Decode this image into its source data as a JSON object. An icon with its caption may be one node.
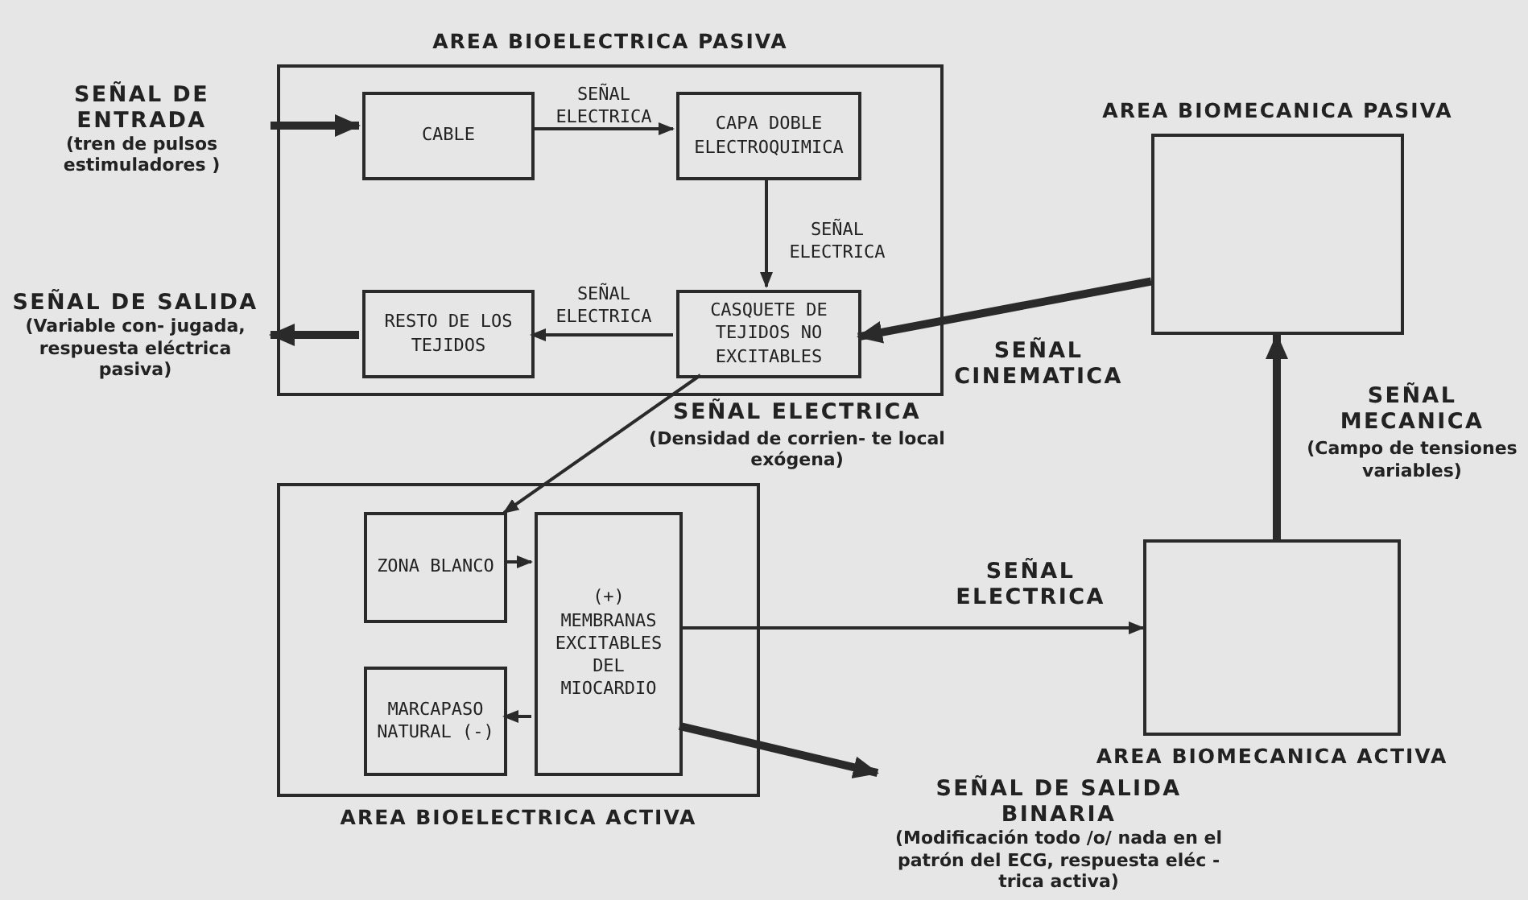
{
  "diagram": {
    "nodes": [
      {
        "text": [
          "AREA BIOELECTRICA PASIVA"
        ]
      },
      {
        "text": [
          "CABLE"
        ],
        "in": 0
      },
      {
        "text": [
          "CAPA DOBLE ELECTROQUIMICA"
        ],
        "in": 0
      },
      {
        "text": [
          "CASQUETE DE TEJIDOS NO EXCITABLES"
        ],
        "in": 0
      },
      {
        "text": [
          "RESTO DE LOS TEJIDOS"
        ],
        "in": 0
      },
      {
        "text": [
          "SEÑAL DE ENTRADA",
          "(tren de pulsos estimuladores )"
        ]
      },
      {
        "text": [
          "SEÑAL DE SALIDA",
          "(Variable con- jugada, respuesta eléctrica pasiva)"
        ]
      },
      {
        "text": [
          "AREA BIOMECANICA PASIVA"
        ]
      },
      {
        "text": [
          "AREA BIOELECTRICA ACTIVA"
        ]
      },
      {
        "text": [
          "ZONA BLANCO"
        ],
        "in": 8
      },
      {
        "text": [
          "(+) MEMBRANAS EXCITABLES DEL MIOCARDIO"
        ],
        "in": 8
      },
      {
        "text": [
          "MARCAPASO NATURAL (-)"
        ],
        "in": 8
      },
      {
        "text": [
          "AREA BIOMECANICA ACTIVA"
        ]
      },
      {
        "text": [
          "SEÑAL DE SALIDA BINARIA",
          "(Modificación todo /o/ nada en el patrón del ECG, respuesta eléc - trica activa)"
        ]
      }
    ],
    "edges": [
      {
        "from": 5,
        "to": 1,
        "arrow": "to",
        "style": "thick"
      },
      {
        "from": 1,
        "to": 2,
        "arrow": "to",
        "label": "SEÑAL ELECTRICA"
      },
      {
        "from": 2,
        "to": 3,
        "arrow": "to",
        "label": "SEÑAL ELECTRICA"
      },
      {
        "from": 3,
        "to": 4,
        "arrow": "to",
        "label": "SEÑAL ELECTRICA"
      },
      {
        "from": 4,
        "to": 6,
        "arrow": "to",
        "style": "thick"
      },
      {
        "from": 7,
        "to": 3,
        "arrow": "to",
        "style": "thick",
        "label": "SEÑAL CINEMATICA"
      },
      {
        "from": 3,
        "to": 9,
        "arrow": "to",
        "label": "SEÑAL ELECTRICA (Densidad de corrien- te local exógena)"
      },
      {
        "from": 9,
        "to": 10,
        "arrow": "to"
      },
      {
        "from": 10,
        "to": 11,
        "arrow": "to"
      },
      {
        "from": 10,
        "to": 12,
        "arrow": "to",
        "label": "SEÑAL ELECTRICA"
      },
      {
        "from": 10,
        "to": 13,
        "arrow": "to",
        "style": "thick"
      },
      {
        "from": 12,
        "to": 7,
        "arrow": "to",
        "style": "thick",
        "label": "SEÑAL MECANICA (Campo de tensiones variables)"
      }
    ]
  }
}
